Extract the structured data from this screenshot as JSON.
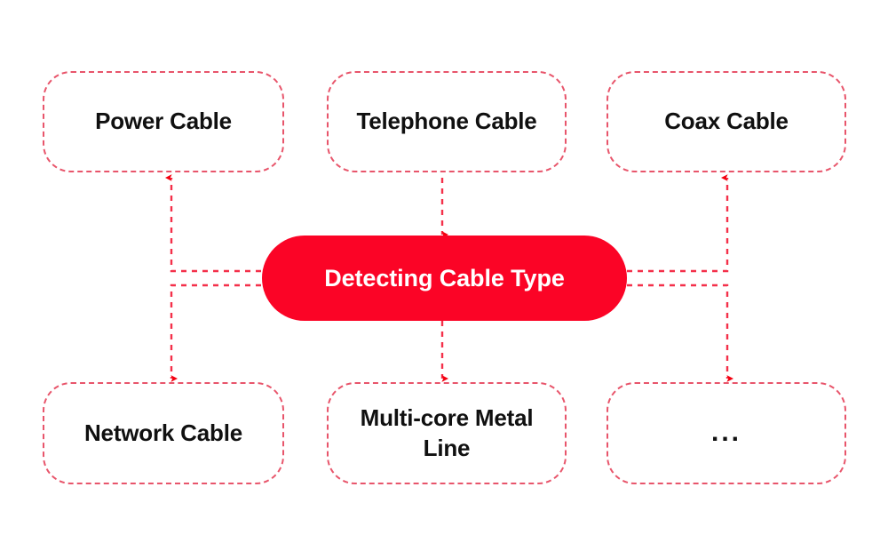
{
  "diagram": {
    "title": "Detecting Cable Type",
    "type": "mind-map",
    "background_color": "#ffffff",
    "hub": {
      "label": "Detecting Cable Type",
      "fill_color": "#fb0426",
      "text_color": "#ffffff"
    },
    "style": {
      "node_border_color": "#e8556b",
      "node_border_style": "dashed",
      "node_fill_color": "#ffffff",
      "node_text_color": "#101010",
      "connector_color": "#f4304a",
      "connector_style": "dashed",
      "arrowhead_color": "#f4000f"
    },
    "nodes": [
      {
        "id": "power-cable",
        "label": "Power Cable",
        "row": "top",
        "column": 1
      },
      {
        "id": "telephone-cable",
        "label": "Telephone Cable",
        "row": "top",
        "column": 2
      },
      {
        "id": "coax-cable",
        "label": "Coax Cable",
        "row": "top",
        "column": 3
      },
      {
        "id": "network-cable",
        "label": "Network Cable",
        "row": "bottom",
        "column": 1
      },
      {
        "id": "multi-core-metal-line",
        "label": "Multi-core Metal\nLine",
        "row": "bottom",
        "column": 2
      },
      {
        "id": "more",
        "label": "...",
        "row": "bottom",
        "column": 3
      }
    ],
    "edges": [
      {
        "from": "Detecting Cable Type",
        "to": "Power Cable"
      },
      {
        "from": "Detecting Cable Type",
        "to": "Telephone Cable"
      },
      {
        "from": "Detecting Cable Type",
        "to": "Coax Cable"
      },
      {
        "from": "Detecting Cable Type",
        "to": "Network Cable"
      },
      {
        "from": "Detecting Cable Type",
        "to": "Multi-core Metal Line"
      },
      {
        "from": "Detecting Cable Type",
        "to": "..."
      }
    ]
  }
}
